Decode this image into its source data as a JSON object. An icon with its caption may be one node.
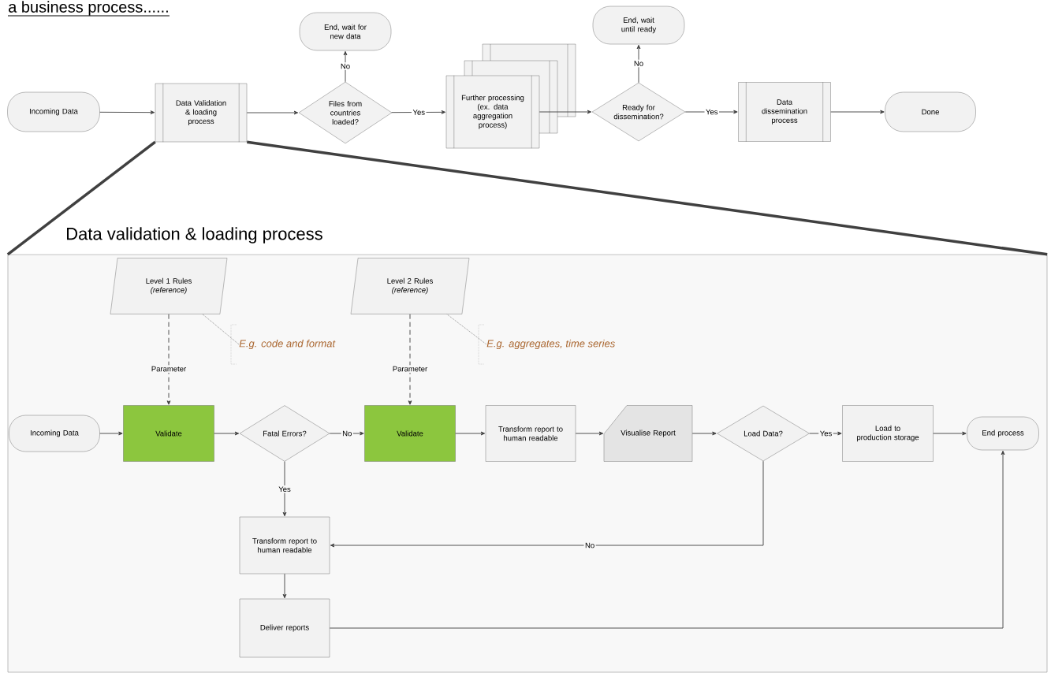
{
  "diagram": {
    "title": "a business process......",
    "nodes": [
      {
        "text": [
          "Incoming Data"
        ]
      },
      {
        "text": [
          "Data Validation & loading process"
        ]
      },
      {
        "text": [
          "Files from countries loaded?"
        ]
      },
      {
        "text": [
          "End, wait for new data"
        ]
      },
      {
        "text": [
          "Further processing (ex. data aggregation process)"
        ]
      },
      {
        "text": [
          "Ready for dissemination?"
        ]
      },
      {
        "text": [
          "End, wait until ready"
        ]
      },
      {
        "text": [
          "Data dissemination process"
        ]
      },
      {
        "text": [
          "Done"
        ]
      },
      {
        "text": [
          "Data validation & loading process"
        ]
      },
      {
        "text": [
          "Level 1 Rules *(reference)*"
        ],
        "in": 9
      },
      {
        "text": [
          "Level 2 Rules *(reference)*"
        ],
        "in": 9
      },
      {
        "text": [
          "Incoming Data"
        ],
        "in": 9
      },
      {
        "text": [
          "Validate"
        ],
        "in": 9
      },
      {
        "text": [
          "Fatal Errors?"
        ],
        "in": 9
      },
      {
        "text": [
          "Validate"
        ],
        "in": 9
      },
      {
        "text": [
          "Transform report to human readable"
        ],
        "in": 9
      },
      {
        "text": [
          "Visualise Report"
        ],
        "in": 9
      },
      {
        "text": [
          "Load Data?"
        ],
        "in": 9
      },
      {
        "text": [
          "Load to production storage"
        ],
        "in": 9
      },
      {
        "text": [
          "End process"
        ],
        "in": 9
      },
      {
        "text": [
          "Transform report to human readable"
        ],
        "in": 9
      },
      {
        "text": [
          "Deliver reports"
        ],
        "in": 9
      },
      {
        "text": [
          "E.g. code and format"
        ],
        "in": 9
      },
      {
        "text": [
          "E.g. aggregates, time series"
        ],
        "in": 9
      }
    ],
    "edges": [
      {
        "from": 0,
        "to": 1,
        "arrow": "to"
      },
      {
        "from": 1,
        "to": 2,
        "arrow": "to"
      },
      {
        "from": 2,
        "to": 3,
        "arrow": "to",
        "label": "No"
      },
      {
        "from": 2,
        "to": 4,
        "arrow": "to",
        "label": "Yes"
      },
      {
        "from": 4,
        "to": 5,
        "arrow": "to"
      },
      {
        "from": 5,
        "to": 6,
        "arrow": "to",
        "label": "No"
      },
      {
        "from": 5,
        "to": 7,
        "arrow": "to",
        "label": "Yes"
      },
      {
        "from": 7,
        "to": 8,
        "arrow": "to"
      },
      {
        "from": 1,
        "to": 9,
        "arrow": "none",
        "style": "thick"
      },
      {
        "from": 1,
        "to": 9,
        "arrow": "none",
        "style": "thick"
      },
      {
        "from": 10,
        "to": 13,
        "arrow": "to",
        "label": "Parameter",
        "style": "dashed"
      },
      {
        "from": 11,
        "to": 15,
        "arrow": "to",
        "label": "Parameter",
        "style": "dashed"
      },
      {
        "from": 12,
        "to": 13,
        "arrow": "to"
      },
      {
        "from": 13,
        "to": 14,
        "arrow": "to"
      },
      {
        "from": 14,
        "to": 15,
        "arrow": "to",
        "label": "No"
      },
      {
        "from": 15,
        "to": 16,
        "arrow": "to"
      },
      {
        "from": 16,
        "to": 17,
        "arrow": "to"
      },
      {
        "from": 17,
        "to": 18,
        "arrow": "to"
      },
      {
        "from": 18,
        "to": 19,
        "arrow": "to",
        "label": "Yes"
      },
      {
        "from": 19,
        "to": 20,
        "arrow": "to"
      },
      {
        "from": 14,
        "to": 21,
        "arrow": "to",
        "label": "Yes"
      },
      {
        "from": 18,
        "to": 21,
        "arrow": "to",
        "label": "No"
      },
      {
        "from": 21,
        "to": 22,
        "arrow": "to"
      },
      {
        "from": 22,
        "to": 20,
        "arrow": "to"
      },
      {
        "from": 23,
        "to": 10,
        "arrow": "none",
        "style": "dashed"
      },
      {
        "from": 24,
        "to": 11,
        "arrow": "none",
        "style": "dashed"
      }
    ]
  }
}
